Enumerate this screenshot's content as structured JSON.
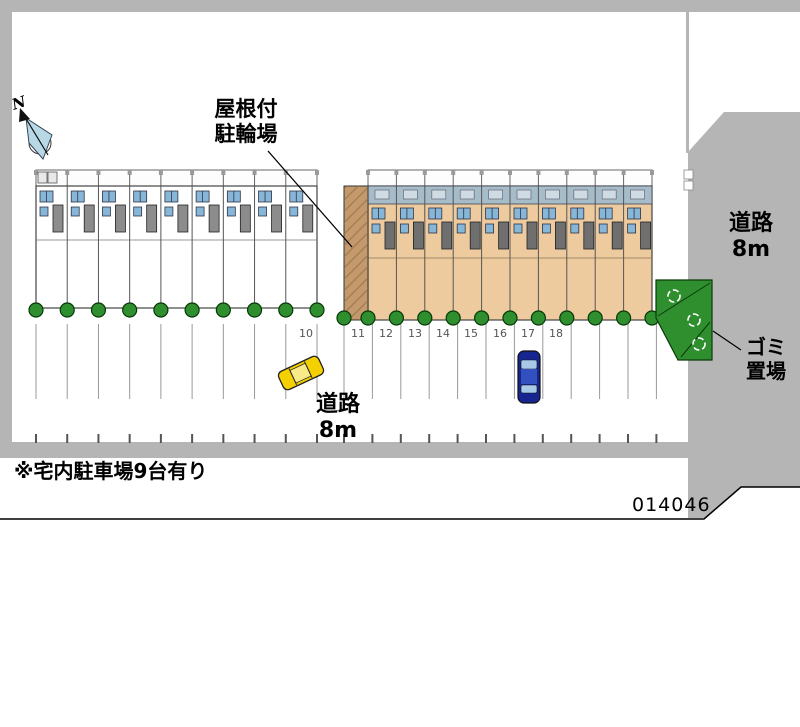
{
  "plan": {
    "number": "014046",
    "note": "※宅内駐車場9台有り"
  },
  "labels": {
    "compass": "N",
    "bike_line1": "屋根付",
    "bike_line2": "駐輪場",
    "road_center_line1": "道路",
    "road_center_line2": "8m",
    "road_right_line1": "道路",
    "road_right_line2": "8m",
    "trash_line1": "ゴミ",
    "trash_line2": "置場"
  },
  "parking": {
    "numbers": [
      "10",
      "11",
      "12",
      "13",
      "14",
      "15",
      "16",
      "17",
      "18"
    ],
    "left_spaces": 9,
    "right_spaces": 11
  },
  "buildings": {
    "left_units": 9,
    "right_units": 10
  },
  "colors": {
    "road": "#b5b5b5",
    "building_tan": "#edcb9e",
    "roof_blue": "#a6bdc9",
    "window_blue": "#86b6d8",
    "door_gray": "#8c8c8c",
    "tree_green": "#2f8f2f",
    "trash_green": "#2f8f2f",
    "bike_brown": "#c49a6c",
    "car_yellow": "#f4d000",
    "car_blue": "#16258f"
  }
}
